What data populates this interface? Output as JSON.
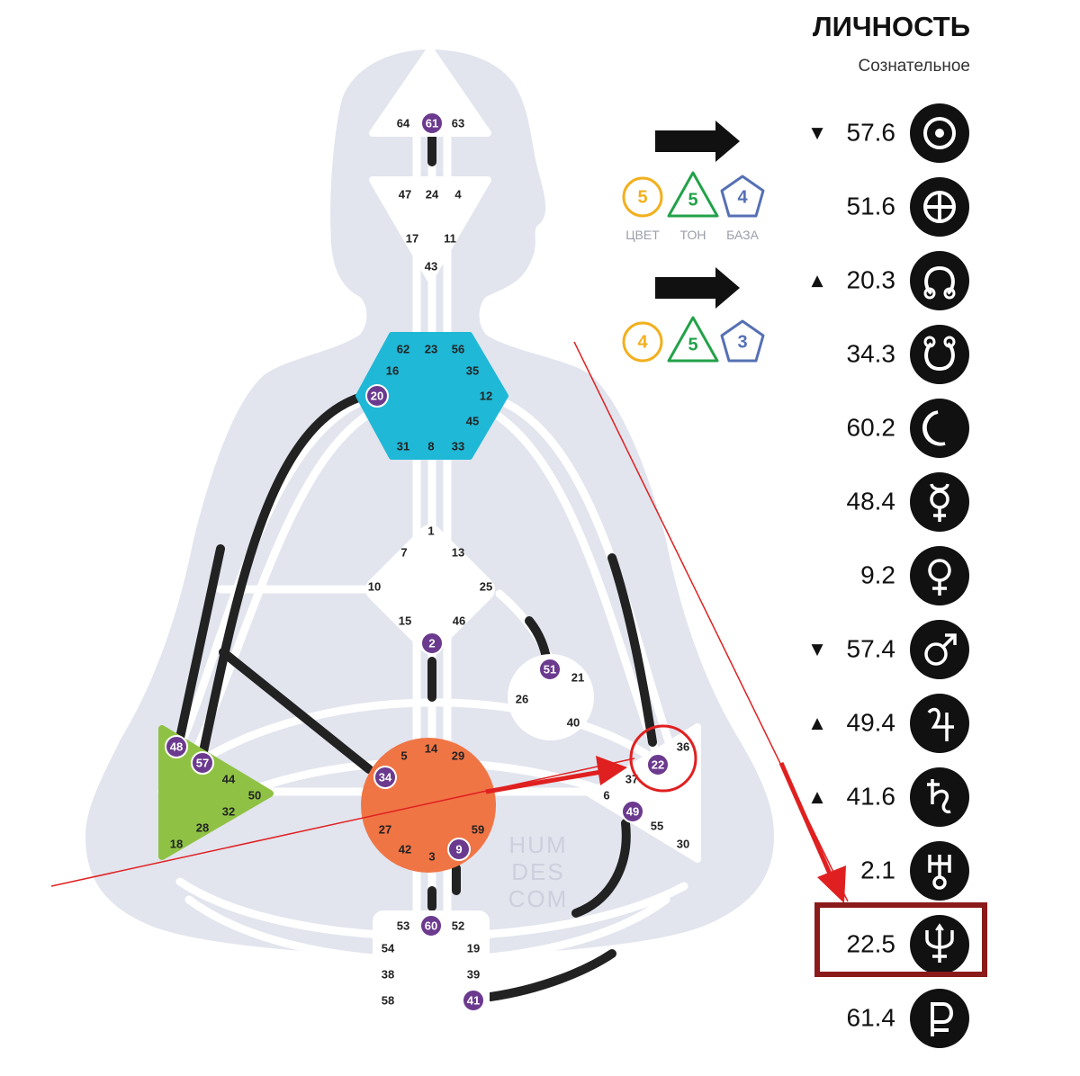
{
  "panel": {
    "title": "ЛИЧНОСТЬ",
    "subtitle": "Сознательное"
  },
  "planets": [
    {
      "name": "sun",
      "value": "57.6",
      "mark": "▼"
    },
    {
      "name": "earth",
      "value": "51.6",
      "mark": ""
    },
    {
      "name": "north-node",
      "value": "20.3",
      "mark": "▲"
    },
    {
      "name": "south-node",
      "value": "34.3",
      "mark": ""
    },
    {
      "name": "moon",
      "value": "60.2",
      "mark": ""
    },
    {
      "name": "mercury",
      "value": "48.4",
      "mark": ""
    },
    {
      "name": "venus",
      "value": "9.2",
      "mark": ""
    },
    {
      "name": "mars",
      "value": "57.4",
      "mark": "▼"
    },
    {
      "name": "jupiter",
      "value": "49.4",
      "mark": "▲"
    },
    {
      "name": "saturn",
      "value": "41.6",
      "mark": "▲"
    },
    {
      "name": "uranus",
      "value": "2.1",
      "mark": ""
    },
    {
      "name": "neptune",
      "value": "22.5",
      "mark": ""
    },
    {
      "name": "pluto",
      "value": "61.4",
      "mark": ""
    }
  ],
  "variables": {
    "row1": {
      "color": "5",
      "tone": "5",
      "base": "4"
    },
    "row2": {
      "color": "4",
      "tone": "5",
      "base": "3"
    },
    "labels": {
      "color": "ЦВЕТ",
      "tone": "ТОН",
      "base": "БАЗА"
    }
  },
  "colors": {
    "silhouette": "#e2e4ee",
    "channel": "#ffffff",
    "defined": "#222222",
    "throat": "#1fb8d6",
    "sacral": "#f07545",
    "root_spleen": "#8fc244",
    "active_gate": "#6b3a8e",
    "annotation": "#e02020",
    "highlight_box": "#8b1a1a",
    "color_var": "#f2b01e",
    "tone_var": "#22a24a",
    "base_var": "#5570b4"
  },
  "watermark": [
    "HUM",
    "DES",
    "COM"
  ],
  "centers": {
    "head": {
      "gates": [
        "64",
        "61",
        "63"
      ]
    },
    "ajna": {
      "gates": [
        "47",
        "24",
        "4",
        "17",
        "11",
        "43"
      ]
    },
    "throat": {
      "gates": [
        "62",
        "23",
        "56",
        "16",
        "35",
        "20",
        "12",
        "45",
        "31",
        "8",
        "33"
      ]
    },
    "g": {
      "gates": [
        "1",
        "7",
        "13",
        "10",
        "25",
        "15",
        "46",
        "2"
      ]
    },
    "ego": {
      "gates": [
        "51",
        "21",
        "26",
        "40"
      ]
    },
    "spleen": {
      "gates": [
        "48",
        "57",
        "44",
        "50",
        "32",
        "28",
        "18"
      ]
    },
    "sacral": {
      "gates": [
        "5",
        "14",
        "29",
        "34",
        "27",
        "59",
        "42",
        "3",
        "9"
      ]
    },
    "solar": {
      "gates": [
        "36",
        "22",
        "37",
        "6",
        "49",
        "55",
        "30"
      ]
    },
    "root": {
      "gates": [
        "53",
        "60",
        "52",
        "54",
        "19",
        "38",
        "39",
        "58",
        "41"
      ]
    }
  }
}
